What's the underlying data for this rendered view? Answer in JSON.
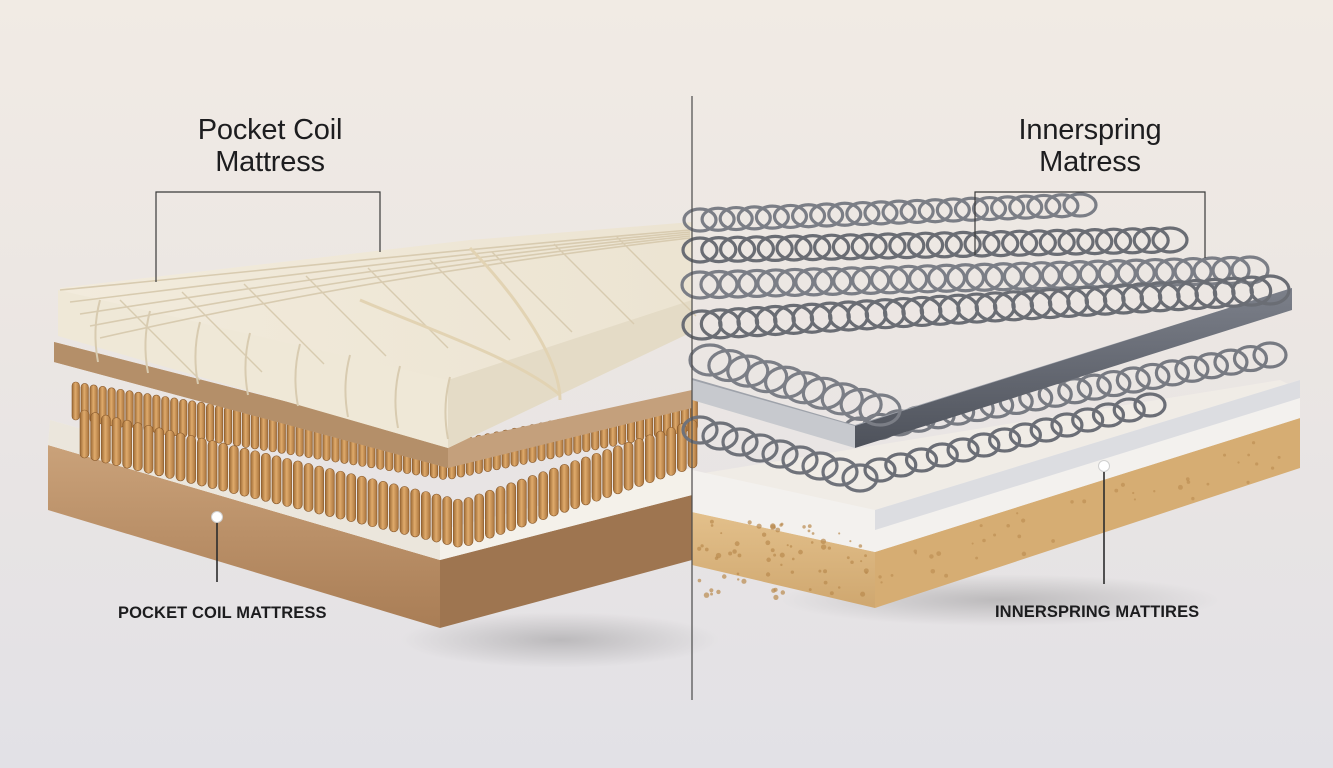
{
  "left": {
    "title_line1": "Pocket Coil",
    "title_line2": "Mattress",
    "caption": "POCKET COIL MATTRESS"
  },
  "right": {
    "title_line1": "Innerspring",
    "title_line2": "Matress",
    "caption": "INNERSPRING MATTIRES"
  },
  "colors": {
    "foam": "#efe7d6",
    "pocket_coil": "#c98f4e",
    "wood_base": "#b88d63",
    "steel_coil": "#6d7078",
    "steel_frame": "#5a5e68",
    "cork_base": "#d9b47e"
  },
  "icons": [
    "callout-bracket",
    "callout-dot",
    "divider-line"
  ]
}
